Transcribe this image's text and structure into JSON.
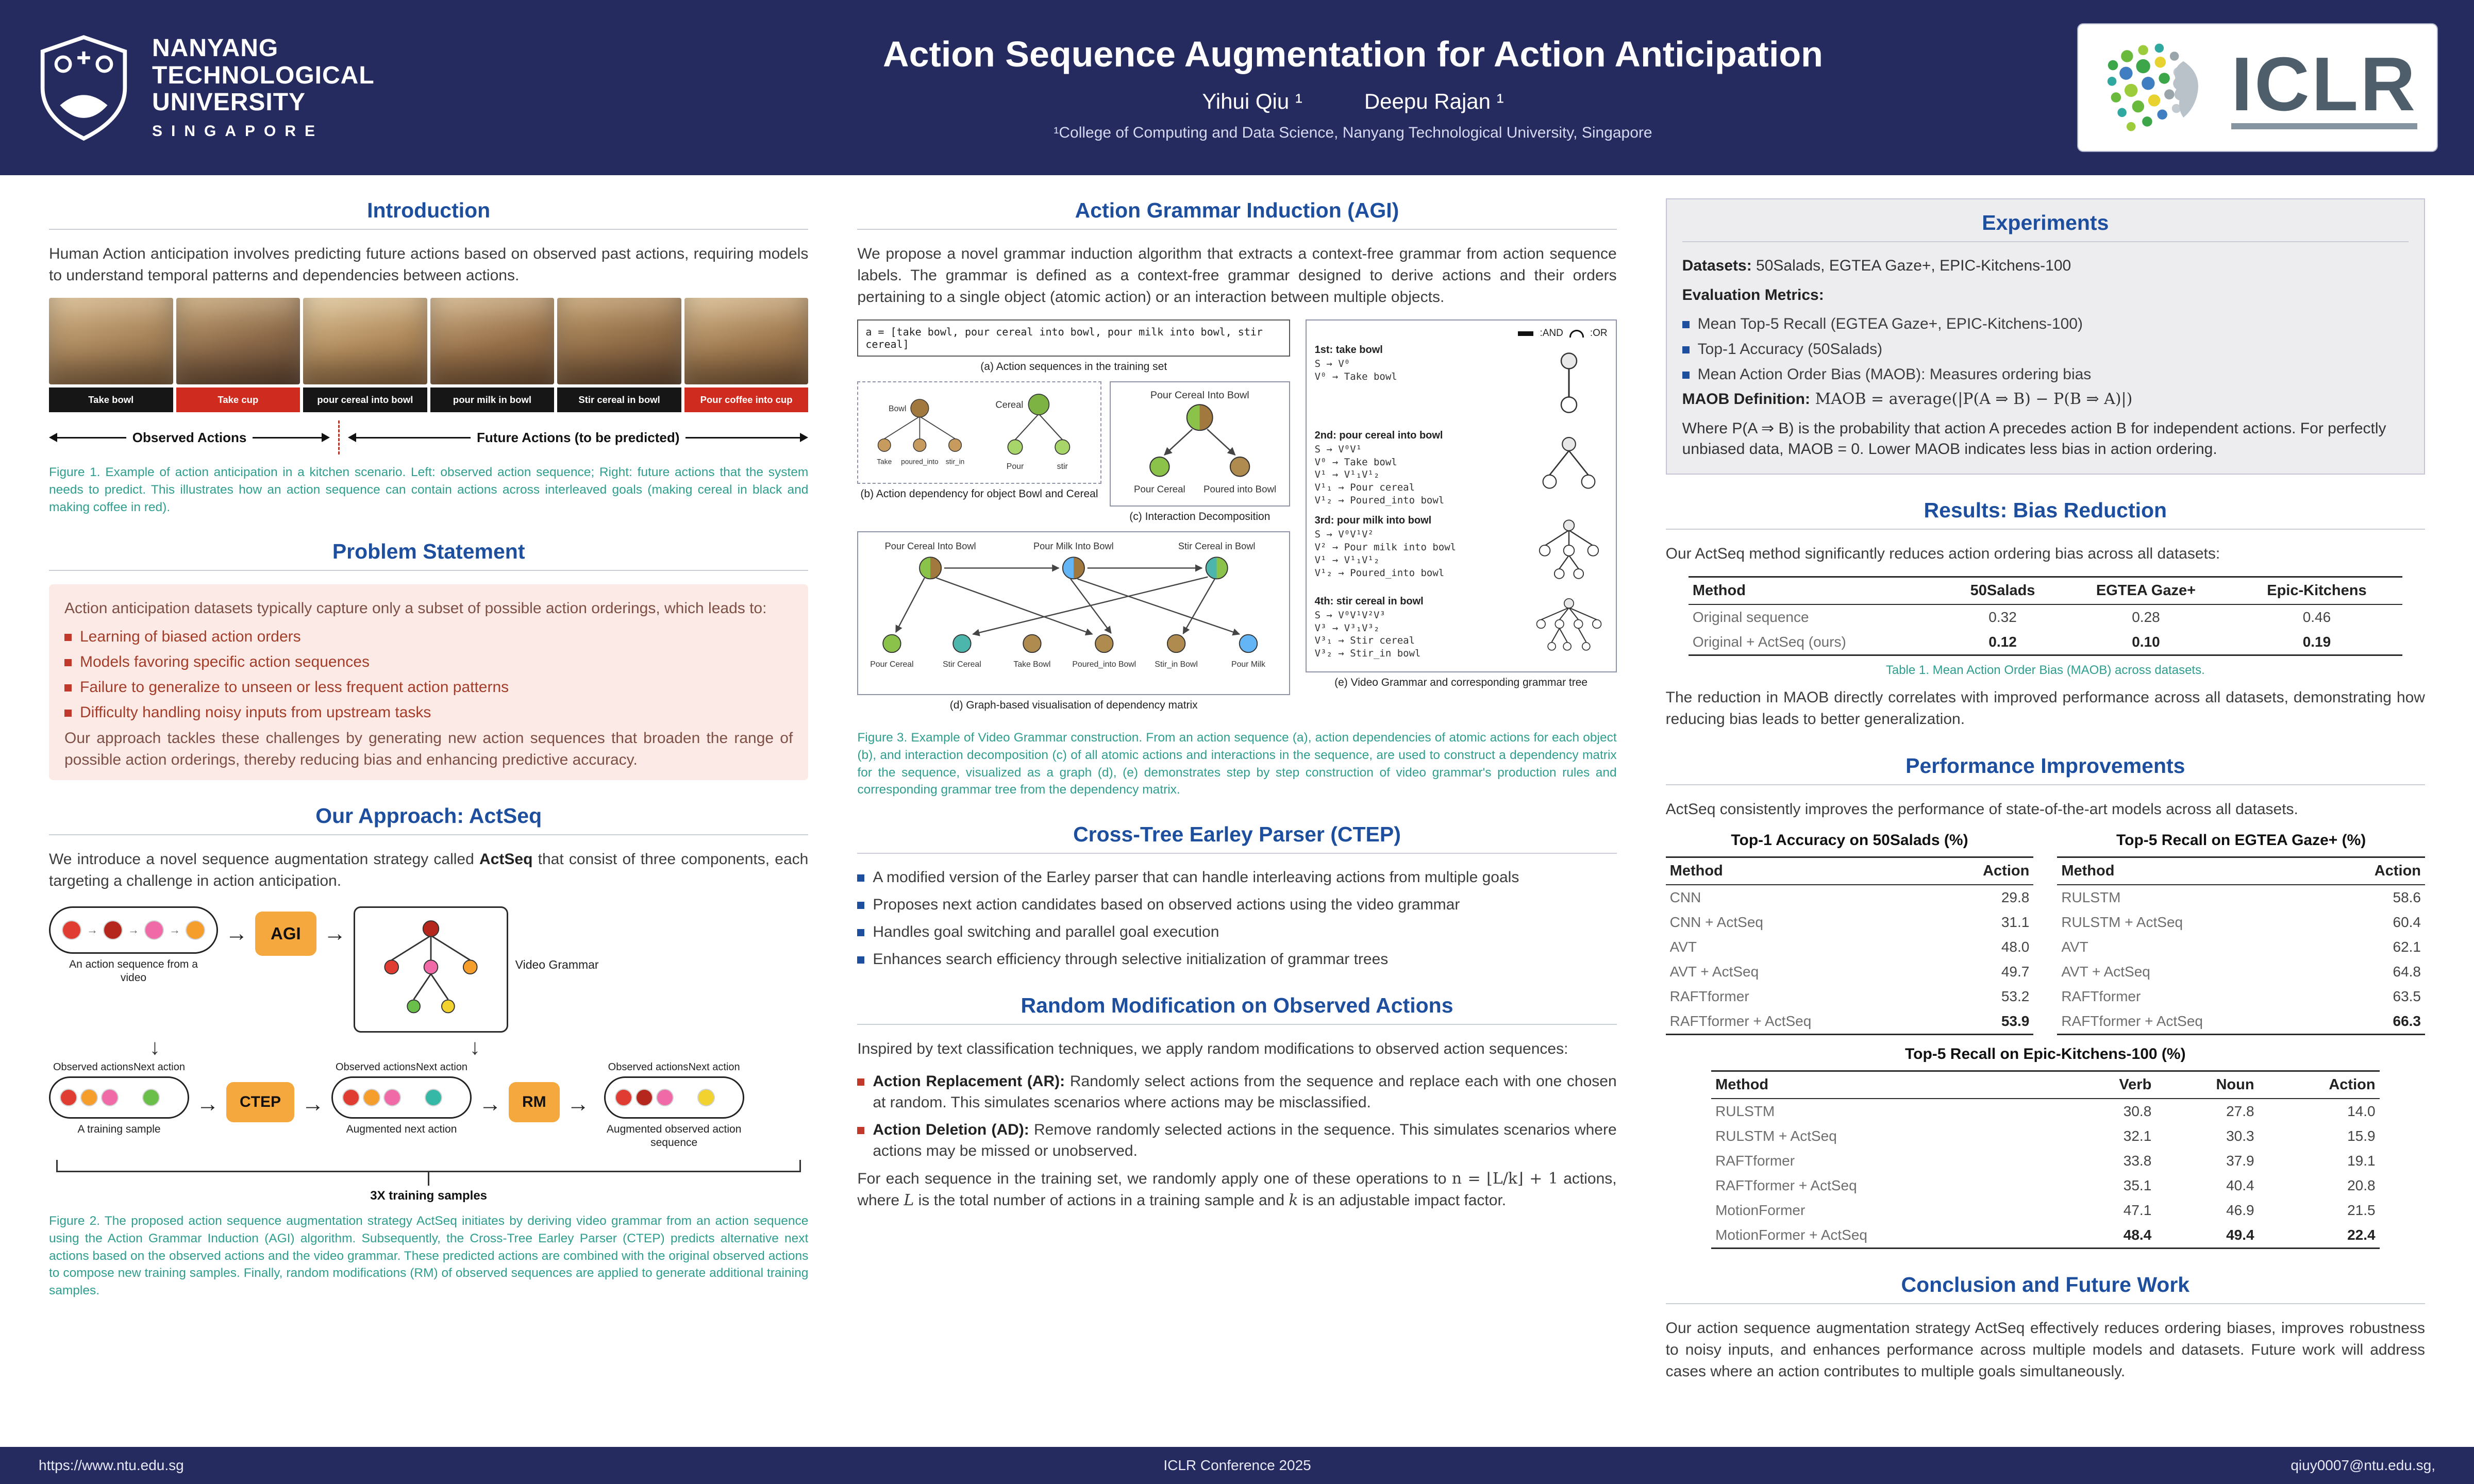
{
  "icons": {
    "arrow_right": "→",
    "arrow_down": "↓"
  },
  "colors": {
    "header_navy": "#262b5f",
    "heading_blue": "#1d4f9e",
    "caption_teal": "#2f9e8f",
    "accent_orange": "#f5a83e",
    "problem_bg": "#fbeae6",
    "bullet_red": "#c0392b",
    "bullet_blue": "#1d4f9e"
  },
  "header": {
    "title": "Action Sequence Augmentation for Action Anticipation",
    "author1": "Yihui Qiu ¹",
    "author2": "Deepu Rajan ¹",
    "affiliation": "¹College of Computing and Data Science, Nanyang Technological University, Singapore",
    "logo": {
      "line1": "NANYANG",
      "line2": "TECHNOLOGICAL",
      "line3": "UNIVERSITY",
      "line4": "SINGAPORE"
    },
    "iclr": "ICLR"
  },
  "intro": {
    "heading": "Introduction",
    "body": "Human Action anticipation involves predicting future actions based on observed past actions, requiring models to understand temporal patterns and dependencies between actions.",
    "fig1": {
      "frames": [
        {
          "label": "Take bowl",
          "tone": "black"
        },
        {
          "label": "Take cup",
          "tone": "red"
        },
        {
          "label": "pour cereal into bowl",
          "tone": "black"
        },
        {
          "label": "pour milk in bowl",
          "tone": "black"
        },
        {
          "label": "Stir cereal in bowl",
          "tone": "black"
        },
        {
          "label": "Pour coffee into cup",
          "tone": "red"
        }
      ],
      "observed": "Observed Actions",
      "future": "Future Actions (to be predicted)",
      "caption": "Figure 1. Example of action anticipation in a kitchen scenario. Left: observed action sequence; Right: future actions that the system needs to predict. This illustrates how an action sequence can contain actions across interleaved goals (making cereal in black and making coffee in red)."
    }
  },
  "problem": {
    "heading": "Problem Statement",
    "intro": "Action anticipation datasets typically capture only a subset of possible action orderings, which leads to:",
    "bullets": [
      "Learning of biased action orders",
      "Models favoring specific action sequences",
      "Failure to generalize to unseen or less frequent action patterns",
      "Difficulty handling noisy inputs from upstream tasks"
    ],
    "outro": "Our approach tackles these challenges by generating new action sequences that broaden the range of possible action orderings, thereby reducing bias and enhancing predictive accuracy."
  },
  "approach": {
    "heading": "Our Approach: ActSeq",
    "body_pre": "We introduce a novel sequence augmentation strategy called ",
    "body_bold": "ActSeq",
    "body_post": " that consist of three components, each targeting a challenge in action anticipation.",
    "fig2": {
      "agi": "AGI",
      "ctep": "CTEP",
      "rm": "RM",
      "video_grammar": "Video Grammar",
      "seq_caption": "An action sequence from a video",
      "observed": "Observed actions",
      "next": "Next action",
      "sample_caption": "A training sample",
      "aug_next_caption": "Augmented next action",
      "aug_obs_caption": "Augmented observed action sequence",
      "x3": "3X training samples",
      "caption": "Figure 2. The proposed action sequence augmentation strategy ActSeq initiates by deriving video grammar from an action sequence using the Action Grammar Induction (AGI) algorithm. Subsequently, the Cross-Tree Earley Parser (CTEP) predicts alternative next actions based on the observed actions and the video grammar. These predicted actions are combined with the original observed actions to compose new training samples. Finally, random modifications (RM) of observed sequences are applied to generate additional training samples."
    }
  },
  "agi": {
    "heading": "Action Grammar Induction (AGI)",
    "body": "We propose a novel grammar induction algorithm that extracts a context-free grammar from action sequence labels. The grammar is defined as a context-free grammar designed to derive actions and their orders pertaining to a single object (atomic action) or an interaction between multiple objects.",
    "fig3": {
      "seq": "a = [take bowl, pour cereal into bowl, pour milk into bowl, stir cereal]",
      "cap_a": "(a) Action sequences in the training set",
      "bowl": {
        "root": "Bowl",
        "children": [
          "Take",
          "poured_into",
          "stir_in"
        ]
      },
      "cereal": {
        "root": "Cereal",
        "children": [
          "Pour",
          "stir"
        ]
      },
      "cap_b": "(b) Action dependency for object Bowl and Cereal",
      "inter": {
        "root": "Pour Cereal Into Bowl",
        "left": "Pour Cereal",
        "right": "Poured into Bowl"
      },
      "cap_c": "(c) Interaction Decomposition",
      "graph": {
        "top": [
          "Pour Cereal Into Bowl",
          "Pour Milk Into Bowl",
          "Stir Cereal in Bowl"
        ],
        "bottom": [
          "Pour Cereal",
          "Stir Cereal",
          "Take Bowl",
          "Poured_into Bowl",
          "Stir_in Bowl",
          "Pour Milk"
        ]
      },
      "cap_d": "(d) Graph-based visualisation of dependency matrix",
      "legend_and": ":AND",
      "legend_or": ":OR",
      "rules": [
        {
          "title": "1st: take bowl",
          "lines": [
            "S → V⁰",
            "V⁰ → Take bowl"
          ]
        },
        {
          "title": "2nd: pour cereal into bowl",
          "lines": [
            "S → V⁰V¹",
            "V⁰ → Take bowl",
            "V¹ → V¹₁V¹₂",
            "V¹₁ → Pour cereal",
            "V¹₂ → Poured_into bowl"
          ]
        },
        {
          "title": "3rd: pour milk into bowl",
          "lines": [
            "S → V⁰V¹V²",
            "V² → Pour milk into bowl",
            "V¹ → V¹₁V¹₂",
            "V¹₂ → Poured_into bowl"
          ]
        },
        {
          "title": "4th: stir cereal in bowl",
          "lines": [
            "S → V⁰V¹V²V³",
            "V³ → V³₁V³₂",
            "V³₁ → Stir cereal",
            "V³₂ → Stir_in bowl"
          ]
        }
      ],
      "cap_e": "(e) Video Grammar and corresponding grammar tree"
    },
    "caption": "Figure 3. Example of Video Grammar construction. From an action sequence (a), action dependencies of atomic actions for each object (b), and interaction decomposition (c) of all atomic actions and interactions in the sequence, are used to construct a dependency matrix for the sequence, visualized as a graph (d), (e) demonstrates step by step construction of video grammar's production rules and corresponding grammar tree from the dependency matrix."
  },
  "ctep": {
    "heading": "Cross-Tree Earley Parser (CTEP)",
    "bullets": [
      "A modified version of the Earley parser that can handle interleaving actions from multiple goals",
      "Proposes next action candidates based on observed actions using the video grammar",
      "Handles goal switching and parallel goal execution",
      "Enhances search efficiency through selective initialization of grammar trees"
    ]
  },
  "rm": {
    "heading": "Random Modification on Observed Actions",
    "intro": "Inspired by text classification techniques, we apply random modifications to observed action sequences:",
    "bullets": [
      {
        "bold": "Action Replacement (AR):",
        "text": " Randomly select actions from the sequence and replace each with one chosen at random. This simulates scenarios where actions may be misclassified."
      },
      {
        "bold": "Action Deletion (AD):",
        "text": " Remove randomly selected actions in the sequence. This simulates scenarios where actions may be missed or unobserved."
      }
    ],
    "outro_pre": "For each sequence in the training set, we randomly apply one of these operations to ",
    "outro_math": "n = ⌊L/k⌋ + 1",
    "outro_mid": " actions, where ",
    "outro_l": "L",
    "outro_mid2": " is the total number of actions in a training sample and ",
    "outro_k": "k",
    "outro_post": " is an adjustable impact factor."
  },
  "experiments": {
    "heading": "Experiments",
    "datasets_label": "Datasets:",
    "datasets": " 50Salads, EGTEA Gaze+, EPIC-Kitchens-100",
    "metrics_label": "Evaluation Metrics:",
    "metrics": [
      "Mean Top-5 Recall (EGTEA Gaze+, EPIC-Kitchens-100)",
      "Top-1 Accuracy (50Salads)",
      "Mean Action Order Bias (MAOB): Measures ordering bias"
    ],
    "maob_label": "MAOB Definition:",
    "maob_formula": " MAOB = average(|P(A ⇒ B) − P(B ⇒ A)|)",
    "maob_note": "Where P(A ⇒ B) is the probability that action A precedes action B for independent actions. For perfectly unbiased data, MAOB = 0. Lower MAOB indicates less bias in action ordering."
  },
  "results": {
    "heading": "Results: Bias Reduction",
    "intro": "Our ActSeq method significantly reduces action ordering bias across all datasets:",
    "table": {
      "headers": [
        "Method",
        "50Salads",
        "EGTEA Gaze+",
        "Epic-Kitchens"
      ],
      "rows": [
        [
          "Original sequence",
          "0.32",
          "0.28",
          "0.46"
        ],
        [
          "Original + ActSeq (ours)",
          "0.12",
          "0.10",
          "0.19"
        ]
      ]
    },
    "caption": "Table 1. Mean Action Order Bias (MAOB) across datasets.",
    "outro": "The reduction in MAOB directly correlates with improved performance across all datasets, demonstrating how reducing bias leads to better generalization."
  },
  "performance": {
    "heading": "Performance Improvements",
    "intro": "ActSeq consistently improves the performance of state-of-the-art models across all datasets.",
    "t50": {
      "title": "Top-1 Accuracy on 50Salads (%)",
      "headers": [
        "Method",
        "Action"
      ],
      "rows": [
        [
          "CNN",
          "29.8"
        ],
        [
          "CNN + ActSeq",
          "31.1"
        ],
        [
          "AVT",
          "48.0"
        ],
        [
          "AVT + ActSeq",
          "49.7"
        ],
        [
          "RAFTformer",
          "53.2"
        ],
        [
          "RAFTformer + ActSeq",
          "53.9"
        ]
      ]
    },
    "egtea": {
      "title": "Top-5 Recall on EGTEA Gaze+ (%)",
      "headers": [
        "Method",
        "Action"
      ],
      "rows": [
        [
          "RULSTM",
          "58.6"
        ],
        [
          "RULSTM + ActSeq",
          "60.4"
        ],
        [
          "AVT",
          "62.1"
        ],
        [
          "AVT + ActSeq",
          "64.8"
        ],
        [
          "RAFTformer",
          "63.5"
        ],
        [
          "RAFTformer + ActSeq",
          "66.3"
        ]
      ]
    },
    "epic": {
      "title": "Top-5 Recall on Epic-Kitchens-100 (%)",
      "headers": [
        "Method",
        "Verb",
        "Noun",
        "Action"
      ],
      "rows": [
        [
          "RULSTM",
          "30.8",
          "27.8",
          "14.0"
        ],
        [
          "RULSTM + ActSeq",
          "32.1",
          "30.3",
          "15.9"
        ],
        [
          "RAFTformer",
          "33.8",
          "37.9",
          "19.1"
        ],
        [
          "RAFTformer + ActSeq",
          "35.1",
          "40.4",
          "20.8"
        ],
        [
          "MotionFormer",
          "47.1",
          "46.9",
          "21.5"
        ],
        [
          "MotionFormer + ActSeq",
          "48.4",
          "49.4",
          "22.4"
        ]
      ]
    }
  },
  "conclusion": {
    "heading": "Conclusion and Future Work",
    "body": "Our action sequence augmentation strategy ActSeq effectively reduces ordering biases, improves robustness to noisy inputs, and enhances performance across multiple models and datasets. Future work will address cases where an action contributes to multiple goals simultaneously."
  },
  "footer": {
    "left": "https://www.ntu.edu.sg",
    "center": "ICLR Conference 2025",
    "right": "qiuy0007@ntu.edu.sg,"
  }
}
